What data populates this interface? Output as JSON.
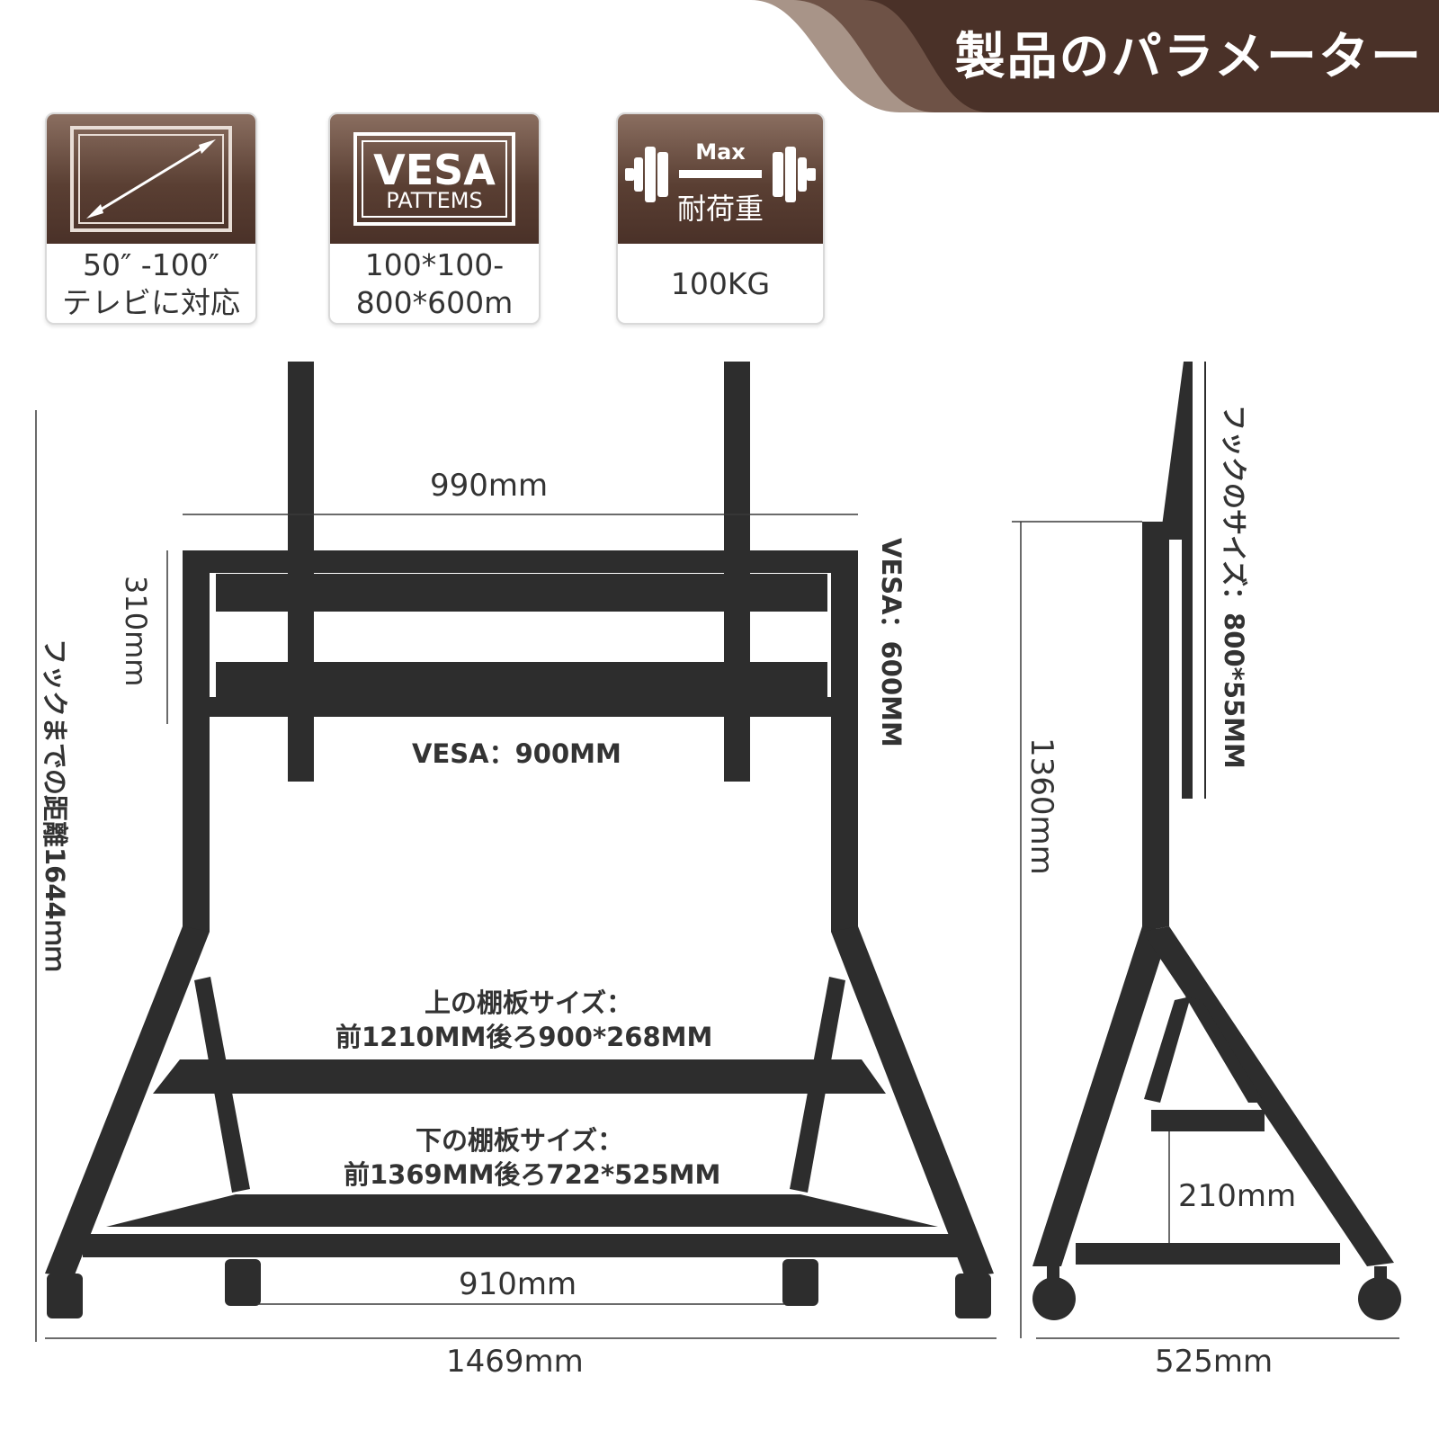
{
  "header": {
    "title": "製品のパラメーター",
    "colors": {
      "dark": "#4a3128",
      "mid": "#6e5246",
      "light": "#a89488"
    }
  },
  "features": [
    {
      "icon": "tv-diagonal-icon",
      "lines": [
        "50″ -100″",
        "テレビに対応"
      ]
    },
    {
      "icon": "vesa-badge-icon",
      "badge_main": "VESA",
      "badge_sub": "PATTEMS",
      "lines": [
        "100*100-",
        "800*600m"
      ]
    },
    {
      "icon": "dumbbell-icon",
      "badge_top": "Max",
      "badge_bottom": "耐荷重",
      "lines": [
        "100KG"
      ]
    }
  ],
  "front_view": {
    "top_width": "990mm",
    "bracket_height": "310mm",
    "vesa_horizontal": "VESA：900MM",
    "vesa_vertical": "VESA：600MM",
    "hook_distance": "フックまでの距離1644ｍｍ",
    "upper_shelf": [
      "上の棚板サイズ：",
      "前1210MM後ろ900*268MM"
    ],
    "lower_shelf": [
      "下の棚板サイズ：",
      "前1369MM後ろ722*525MM"
    ],
    "caster_span": "910mm",
    "base_width": "1469mm"
  },
  "side_view": {
    "hook_size": "フックのサイズ：800*55MM",
    "height": "1360mm",
    "shelf_gap": "210mm",
    "depth": "525mm"
  }
}
